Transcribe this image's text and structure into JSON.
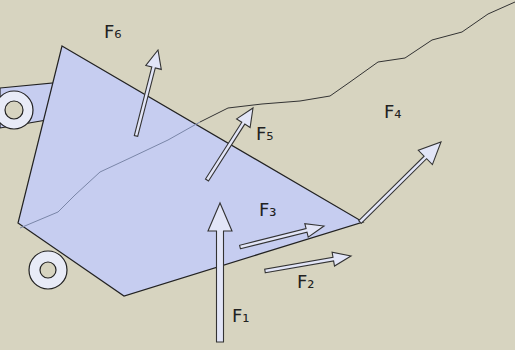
{
  "diagram": {
    "labels": [
      "F₆",
      "F₅",
      "F₄",
      "F₃",
      "F₂",
      "F₁"
    ]
  }
}
